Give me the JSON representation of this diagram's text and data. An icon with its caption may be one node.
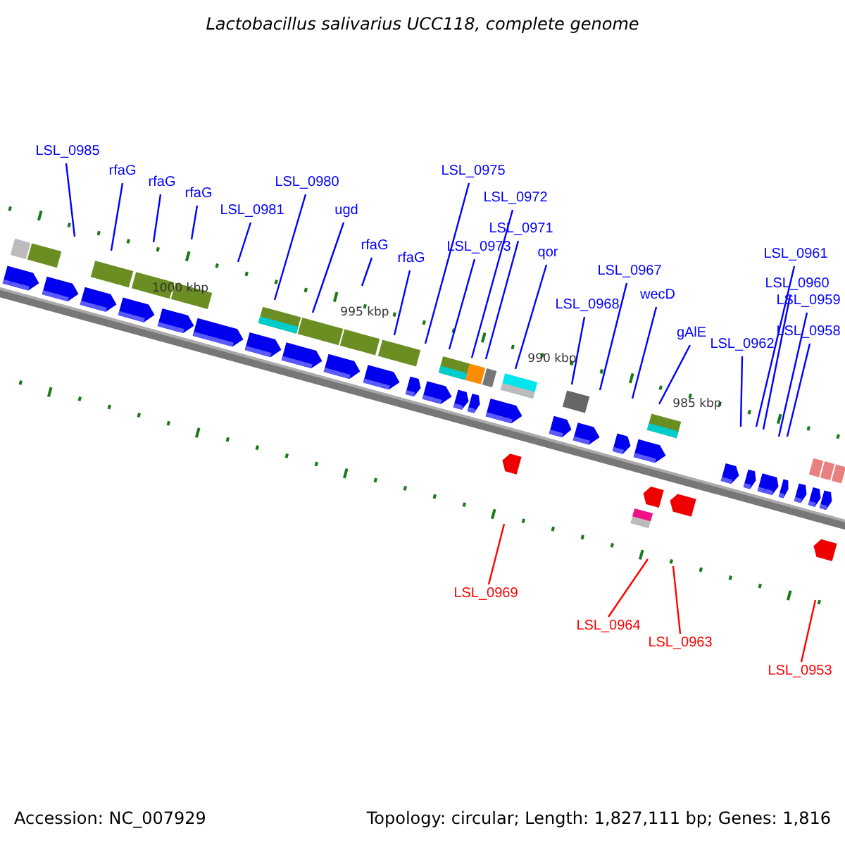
{
  "diagram": {
    "title": "Lactobacillus salivarius UCC118, complete genome",
    "nodes": [
      {
        "text": [
          "LSL_0985"
        ]
      },
      {
        "text": [
          "rfaG"
        ]
      },
      {
        "text": [
          "rfaG"
        ]
      },
      {
        "text": [
          "rfaG"
        ]
      },
      {
        "text": [
          "LSL_0981"
        ]
      },
      {
        "text": [
          "LSL_0980"
        ]
      },
      {
        "text": [
          "ugd"
        ]
      },
      {
        "text": [
          "rfaG"
        ]
      },
      {
        "text": [
          "rfaG"
        ]
      },
      {
        "text": [
          "LSL_0975"
        ]
      },
      {
        "text": [
          "LSL_0972"
        ]
      },
      {
        "text": [
          "LSL_0973"
        ]
      },
      {
        "text": [
          "LSL_0971"
        ]
      },
      {
        "text": [
          "qor"
        ]
      },
      {
        "text": [
          "LSL_0968"
        ]
      },
      {
        "text": [
          "LSL_0967"
        ]
      },
      {
        "text": [
          "wecD"
        ]
      },
      {
        "text": [
          "gAlE"
        ]
      },
      {
        "text": [
          "LSL_0962"
        ]
      },
      {
        "text": [
          "LSL_0961"
        ]
      },
      {
        "text": [
          "LSL_0960"
        ]
      },
      {
        "text": [
          "LSL_0959"
        ]
      },
      {
        "text": [
          "LSL_0958"
        ]
      },
      {
        "text": [
          "LSL_0969"
        ]
      },
      {
        "text": [
          "LSL_0964"
        ]
      },
      {
        "text": [
          "LSL_0963"
        ]
      },
      {
        "text": [
          "LSL_0953"
        ]
      }
    ],
    "edges": [
      {
        "from": 0,
        "to": null,
        "arrow": "none"
      },
      {
        "from": 1,
        "to": null,
        "arrow": "none"
      },
      {
        "from": 2,
        "to": null,
        "arrow": "none"
      },
      {
        "from": 3,
        "to": null,
        "arrow": "none"
      },
      {
        "from": 4,
        "to": null,
        "arrow": "none"
      },
      {
        "from": 5,
        "to": null,
        "arrow": "none"
      },
      {
        "from": 6,
        "to": null,
        "arrow": "none"
      },
      {
        "from": 7,
        "to": null,
        "arrow": "none"
      },
      {
        "from": 8,
        "to": null,
        "arrow": "none"
      },
      {
        "from": 9,
        "to": null,
        "arrow": "none"
      },
      {
        "from": 10,
        "to": null,
        "arrow": "none"
      },
      {
        "from": 11,
        "to": null,
        "arrow": "none"
      },
      {
        "from": 12,
        "to": null,
        "arrow": "none"
      },
      {
        "from": 13,
        "to": null,
        "arrow": "none"
      },
      {
        "from": 14,
        "to": null,
        "arrow": "none"
      },
      {
        "from": 15,
        "to": null,
        "arrow": "none"
      },
      {
        "from": 16,
        "to": null,
        "arrow": "none"
      },
      {
        "from": 17,
        "to": null,
        "arrow": "none"
      },
      {
        "from": 18,
        "to": null,
        "arrow": "none"
      },
      {
        "from": 19,
        "to": null,
        "arrow": "none"
      },
      {
        "from": 20,
        "to": null,
        "arrow": "none"
      },
      {
        "from": 21,
        "to": null,
        "arrow": "none"
      },
      {
        "from": 22,
        "to": null,
        "arrow": "none"
      },
      {
        "from": 23,
        "to": null,
        "arrow": "none",
        "color": "#ff0000"
      },
      {
        "from": 24,
        "to": null,
        "arrow": "none",
        "color": "#ff0000"
      },
      {
        "from": 25,
        "to": null,
        "arrow": "none",
        "color": "#ff0000"
      },
      {
        "from": 26,
        "to": null,
        "arrow": "none",
        "color": "#ff0000"
      }
    ],
    "labels": [
      "1000 kbp",
      "995 kbp",
      "990 kbp",
      "985 kbp",
      "Accession: NC_007929",
      "Topology: circular; Length: 1,827,111 bp; Genes: 1,816"
    ]
  }
}
